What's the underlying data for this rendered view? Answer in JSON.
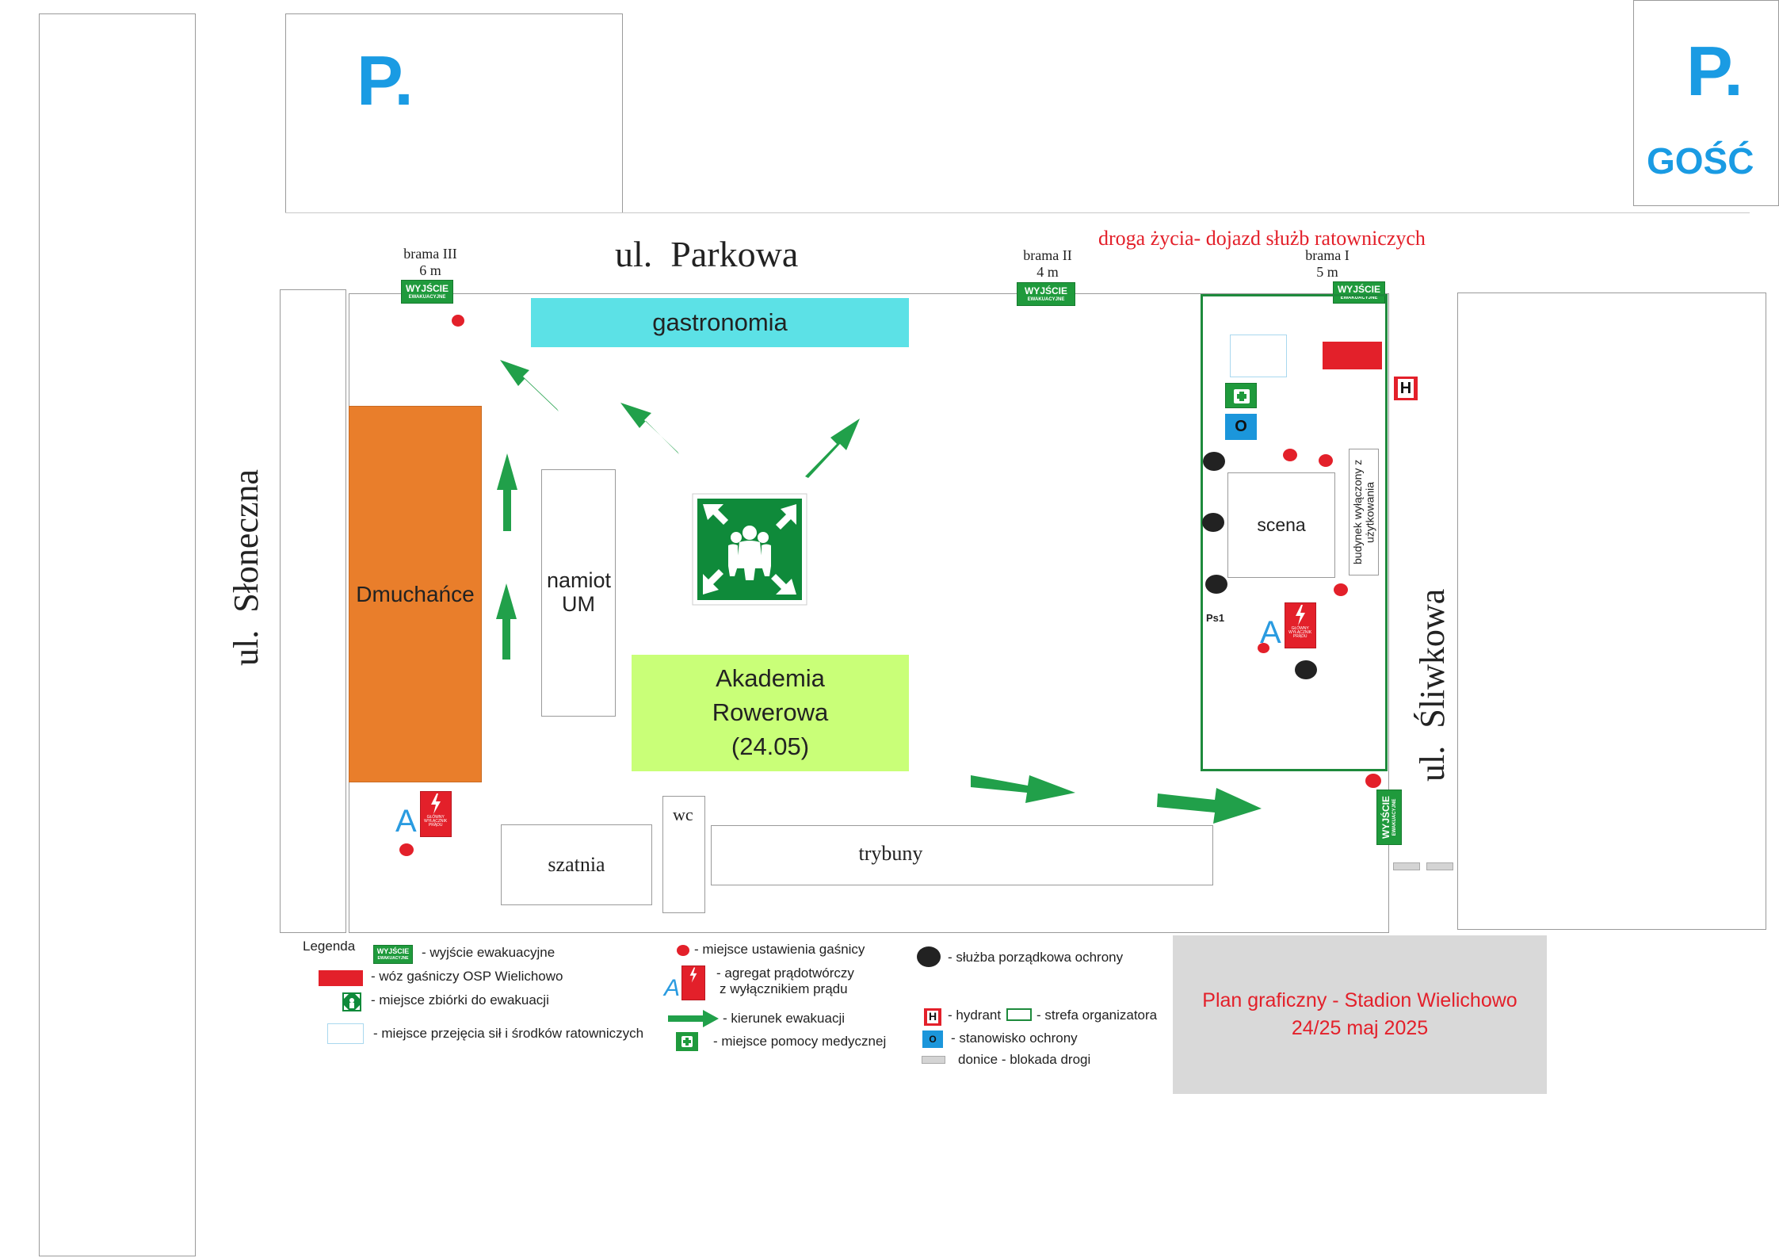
{
  "parking": {
    "symbol": "P.",
    "guest_label": "GOŚĆ"
  },
  "streets": {
    "parkowa": "ul.  Parkowa",
    "sloneczna": "ul.  Słoneczna",
    "sliwkowa": "ul.  Śliwkowa"
  },
  "gates": [
    {
      "name": "brama III",
      "width": "6 m"
    },
    {
      "name": "brama II",
      "width": "4 m"
    },
    {
      "name": "brama I",
      "width": "5 m"
    }
  ],
  "exit_sign": {
    "line1": "WYJŚCIE",
    "line2": "EWAKUACYJNE"
  },
  "fire_road_label": "droga życia- dojazd służb ratowniczych",
  "areas": {
    "gastronomia": "gastronomia",
    "dmuchance": "Dmuchańce",
    "namiot": "namiot UM",
    "akademia_line1": "Akademia",
    "akademia_line2": "Rowerowa",
    "akademia_line3": "(24.05)",
    "szatnia": "szatnia",
    "wc": "wc",
    "trybuny": "trybuny",
    "scena": "scena",
    "budynek": "budynek wyłączony z użytkowania",
    "ps1": "Ps1"
  },
  "icons": {
    "generator_letter": "A",
    "generator_sign_text": "GŁÓWNY WYŁĄCZNIK PRĄDU",
    "hydrant_letter": "H",
    "security_post_letter": "O",
    "medical_icon": "first-aid-cross-icon",
    "assembly_icon": "assembly-point-icon",
    "arrow_icon": "evacuation-arrow-icon"
  },
  "colors": {
    "parking_blue": "#1a9be3",
    "exit_green": "#1f9a3c",
    "arrow_green": "#21a04a",
    "fire_red": "#e3202a",
    "gastronomia": "#5ce1e6",
    "dmuchance": "#e97e2b",
    "akademia": "#c9ff78",
    "organizer_zone": "#1e8a3c",
    "title_box": "#d9d9d9",
    "title_text": "#e3202a"
  },
  "legend": {
    "title": "Legenda",
    "items": {
      "exit": "- wyjście ewakuacyjne",
      "fire_truck": "- wóz gaśniczy OSP Wielichowo",
      "assembly": "- miejsce zbiórki do ewakuacji",
      "rescue_area": "- miejsce przejęcia sił i środków ratowniczych",
      "extinguisher": "- miejsce ustawienia gaśnicy",
      "generator_line1": "- agregat prądotwórczy",
      "generator_line2": "z wyłącznikiem prądu",
      "evac_direction": "- kierunek ewakuacji",
      "medical": "- miejsce pomocy medycznej",
      "security": "- służba porządkowa ochrony",
      "hydrant": "- hydrant",
      "organizer_zone": "- strefa organizatora",
      "security_post": "- stanowisko ochrony",
      "road_block": "donice - blokada drogi"
    }
  },
  "title_box": {
    "line1": "Plan graficzny - Stadion Wielichowo",
    "line2": "24/25 maj 2025"
  }
}
